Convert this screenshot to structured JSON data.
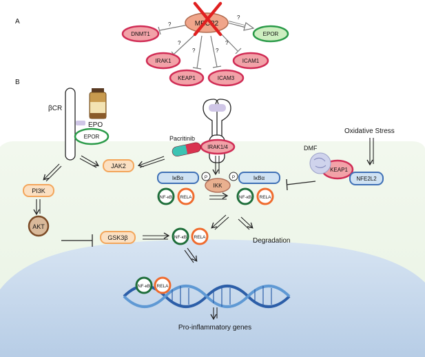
{
  "panels": {
    "a": "A",
    "b": "B"
  },
  "panel_a": {
    "center": "MECP2",
    "q": "?",
    "nodes": {
      "dnmt1": "DNMT1",
      "irak1": "IRAK1",
      "keap1": "KEAP1",
      "icam3": "ICAM3",
      "icam1": "ICAM1",
      "epor": "EPOR"
    }
  },
  "panel_b": {
    "bcr": "βCR",
    "epo": "EPO",
    "epor": "EPOR",
    "pacritinib": "Pacritinib",
    "irak": "IRAK1/4",
    "jak2": "JAK2",
    "oxidative": "Oxidative Stress",
    "dmf": "DMF",
    "keap1": "KEAP1",
    "nfe2l2": "NFE2L2",
    "ikba": "IκBα",
    "ikba2": "IκBα",
    "ikk": "IKK",
    "p": "P",
    "nfkb": "NF-κB",
    "rela": "RELA",
    "pi3k": "PI3K",
    "akt": "AKT",
    "gsk3b": "GSK3β",
    "degradation": "Degradation",
    "genes": "Pro-inflammatory genes"
  }
}
